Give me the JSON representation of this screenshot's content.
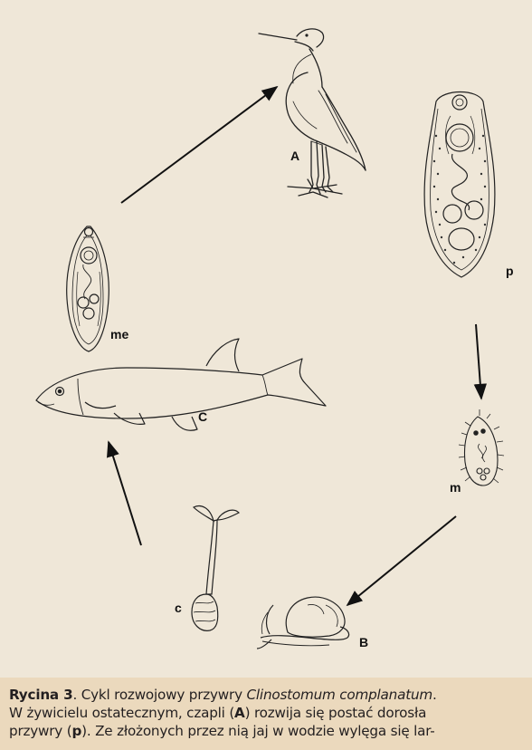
{
  "labels": {
    "heron": "A",
    "adult": "p",
    "miracidium": "m",
    "snail": "B",
    "cercaria": "c",
    "fish": "C",
    "metacercaria": "me"
  },
  "caption": {
    "title": "Rycina 3",
    "sep": ". Cykl rozwojowy przywry ",
    "species": "Clinostomum complanatum",
    "end1": ".",
    "line2_a": "W żywicielu ostatecznym, czapli (",
    "line2_b": "A",
    "line2_c": ") rozwija się postać dorosła",
    "line3_a": "przywry (",
    "line3_b": "p",
    "line3_c": "). Ze złożonych przez nią jaj w wodzie wylęga się lar-"
  }
}
